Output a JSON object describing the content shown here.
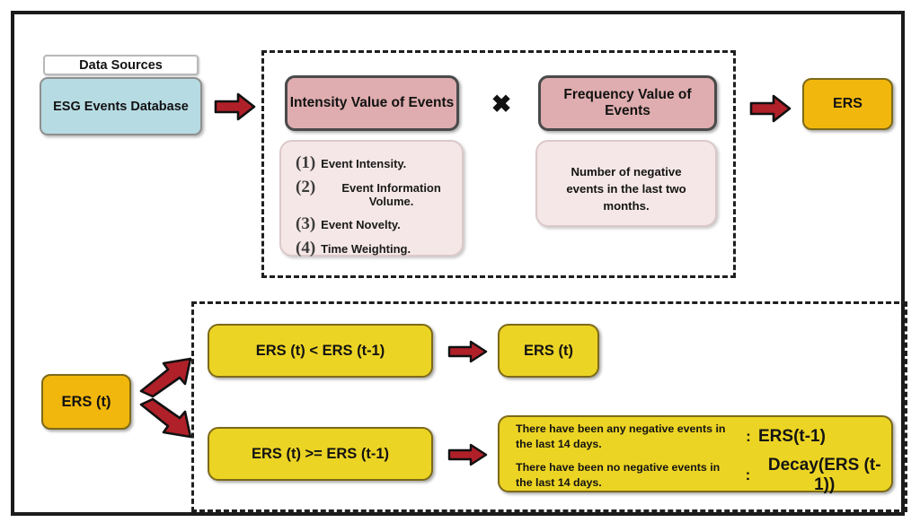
{
  "diagram": {
    "title": "ERS computation flow",
    "colors": {
      "data_source_fill": "#b6dbe3",
      "pink_header_fill": "#dfadaf",
      "pink_body_fill": "#f5e7e7",
      "amber_fill": "#f2b70c",
      "lemon_fill": "#ecd424",
      "arrow_fill": "#b02029",
      "frame_stroke": "#1b1b1b"
    }
  },
  "data_sources": {
    "label": "Data Sources",
    "database": "ESG Events Database"
  },
  "intensity": {
    "header": "Intensity Value of Events",
    "items": [
      {
        "num": "(1)",
        "text": "Event Intensity."
      },
      {
        "num": "(2)",
        "text": "Event Information Volume."
      },
      {
        "num": "(3)",
        "text": "Event Novelty."
      },
      {
        "num": "(4)",
        "text": "Time Weighting."
      }
    ]
  },
  "operator": {
    "symbol": "✖"
  },
  "frequency": {
    "header": "Frequency Value of Events",
    "description": "Number of negative events in the last two months."
  },
  "output": {
    "ers": "ERS"
  },
  "lower": {
    "input": "ERS (t)",
    "condition_lt": "ERS (t) < ERS (t-1)",
    "condition_ge": "ERS (t) >= ERS (t-1)",
    "result_lt": "ERS (t)",
    "outcomes": [
      {
        "text": "There have been any negative events in the last 14 days.",
        "colon": ":",
        "value": "ERS(t-1)"
      },
      {
        "text": "There have been no negative events in the last 14 days.",
        "colon": ":",
        "value": "Decay(ERS (t-1))"
      }
    ]
  }
}
